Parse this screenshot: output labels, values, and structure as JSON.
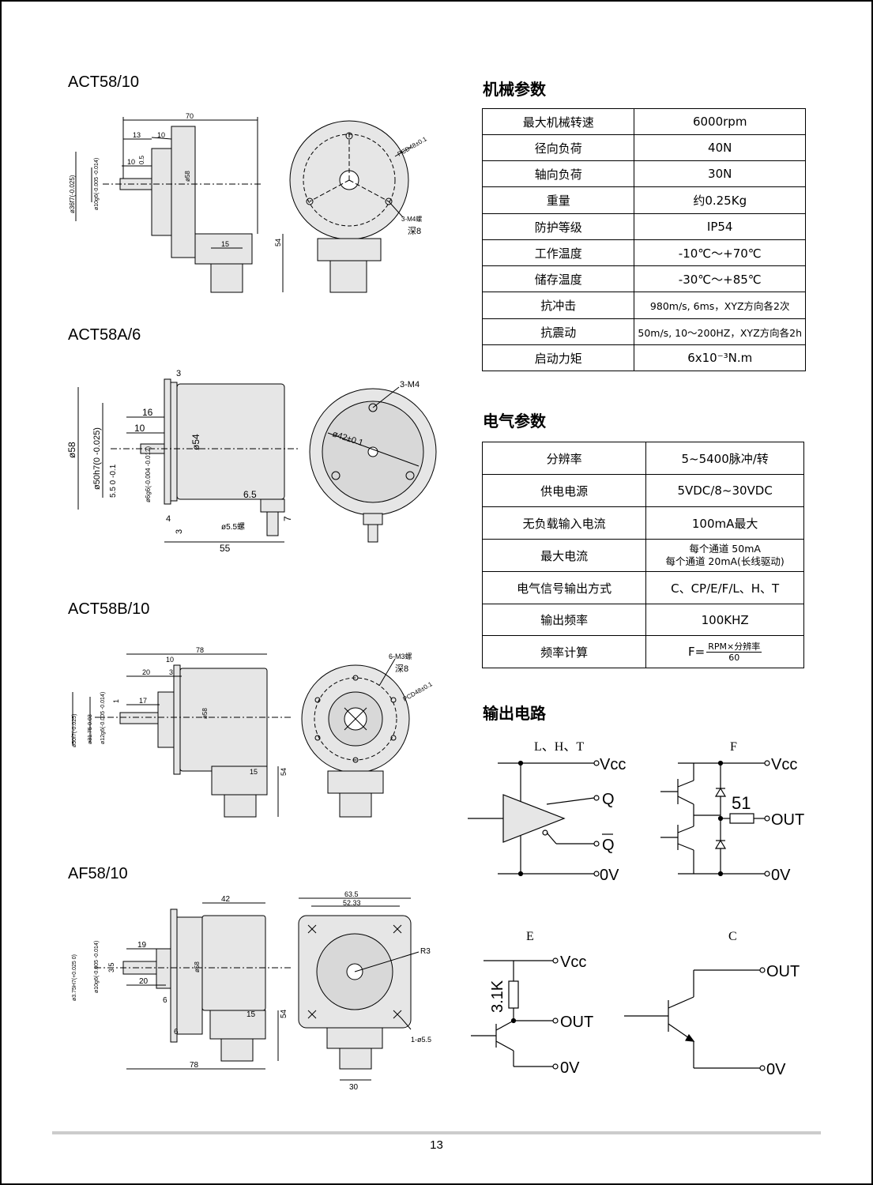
{
  "models": [
    {
      "label": "ACT58/10"
    },
    {
      "label": "ACT58A/6"
    },
    {
      "label": "ACT58B/10"
    },
    {
      "label": "AF58/10"
    }
  ],
  "drawings": {
    "act58_10": {
      "dim_70": "70",
      "dim_13": "13",
      "dim_10a": "10",
      "dim_10b": "10",
      "dim_05": "0.5",
      "dim_phi36": "ø36f7(-0.025)",
      "dim_phi10": "ø10g6(-0.005 -0.014)",
      "dim_phi58": "ø58",
      "dim_54": "54",
      "dim_15": "15",
      "pcd": "PCD48±0.1",
      "holes": "3-M4螺",
      "depth": "深8"
    },
    "act58a_6": {
      "dim_3": "3",
      "dim_16": "16",
      "dim_10": "10",
      "dim_phi58": "ø58",
      "dim_phi50": "ø50h7(0 -0.025)",
      "dim_55_01": "5.5 0 -0.1",
      "dim_phi6": "ø6g6(-0.004 -0.012)",
      "dim_phi54": "ø54",
      "dim_65": "6.5",
      "dim_4": "4",
      "dim_3b": "3",
      "dim_phi55": "ø5.5螺",
      "dim_7": "7",
      "dim_55": "55",
      "holes": "3-M4",
      "pcd": "ø42±0.1"
    },
    "act58b_10": {
      "dim_78": "78",
      "dim_10": "10",
      "dim_20": "20",
      "dim_3": "3",
      "dim_17": "17",
      "dim_1": "1",
      "dim_phi50": "ø50f7(-0.025)",
      "dim_phi3175": "ø31.75-0.03",
      "dim_phi12": "ø12g6(-0.005 -0.014)",
      "dim_phi58": "ø58",
      "dim_54": "54",
      "dim_15": "15",
      "holes": "6-M3螺",
      "depth": "深8",
      "pcd": "PCD48±0.1"
    },
    "af58_10": {
      "dim_42": "42",
      "dim_19": "19",
      "dim_35": "3.5",
      "dim_20": "20",
      "dim_6a": "6",
      "dim_6b": "6",
      "dim_phi375": "ø3.75H7(+0.025 0)",
      "dim_phi10": "ø10g6(-0.005 -0.014)",
      "dim_phi58": "ø58",
      "dim_15": "15",
      "dim_54": "54",
      "dim_78": "78",
      "sq635": "63.5",
      "sq5233": "52.33",
      "r3": "R3",
      "hole": "1-ø5.5",
      "dim_30": "30"
    }
  },
  "mechanical": {
    "title": "机械参数",
    "rows": [
      {
        "label": "最大机械转速",
        "value": "6000rpm"
      },
      {
        "label": "径向负荷",
        "value": "40N"
      },
      {
        "label": "轴向负荷",
        "value": "30N"
      },
      {
        "label": "重量",
        "value": "约0.25Kg"
      },
      {
        "label": "防护等级",
        "value": "IP54"
      },
      {
        "label": "工作温度",
        "value": "-10℃～+70℃"
      },
      {
        "label": "储存温度",
        "value": "-30℃～+85℃"
      },
      {
        "label": "抗冲击",
        "value": "980m/s, 6ms，XYZ方向各2次"
      },
      {
        "label": "抗震动",
        "value": "50m/s, 10～200HZ，XYZ方向各2h"
      },
      {
        "label": "启动力矩",
        "value": "6x10⁻³N.m"
      }
    ]
  },
  "electrical": {
    "title": "电气参数",
    "rows": [
      {
        "label": "分辨率",
        "value": "5~5400脉冲/转"
      },
      {
        "label": "供电电源",
        "value": "5VDC/8~30VDC"
      },
      {
        "label": "无负载输入电流",
        "value": "100mA最大"
      },
      {
        "label": "最大电流",
        "value": "每个通道 50mA",
        "value2": "每个通道 20mA(长线驱动)"
      },
      {
        "label": "电气信号输出方式",
        "value": "C、CP/E/F/L、H、T"
      },
      {
        "label": "输出频率",
        "value": "100KHZ"
      },
      {
        "label": "频率计算",
        "prefix": "F=",
        "numerator": "RPM×分辨率",
        "denominator": "60"
      }
    ]
  },
  "output": {
    "title": "输出电路",
    "lht": {
      "title": "L、H、T",
      "vcc": "Vcc",
      "q": "Q",
      "qbar": "Q",
      "ov": "0V"
    },
    "f": {
      "title": "F",
      "vcc": "Vcc",
      "res": "51",
      "out": "OUT",
      "ov": "0V"
    },
    "e": {
      "title": "E",
      "vcc": "Vcc",
      "res": "3.1K",
      "out": "OUT",
      "ov": "0V"
    },
    "c": {
      "title": "C",
      "out": "OUT",
      "ov": "0V"
    }
  },
  "page_number": "13"
}
